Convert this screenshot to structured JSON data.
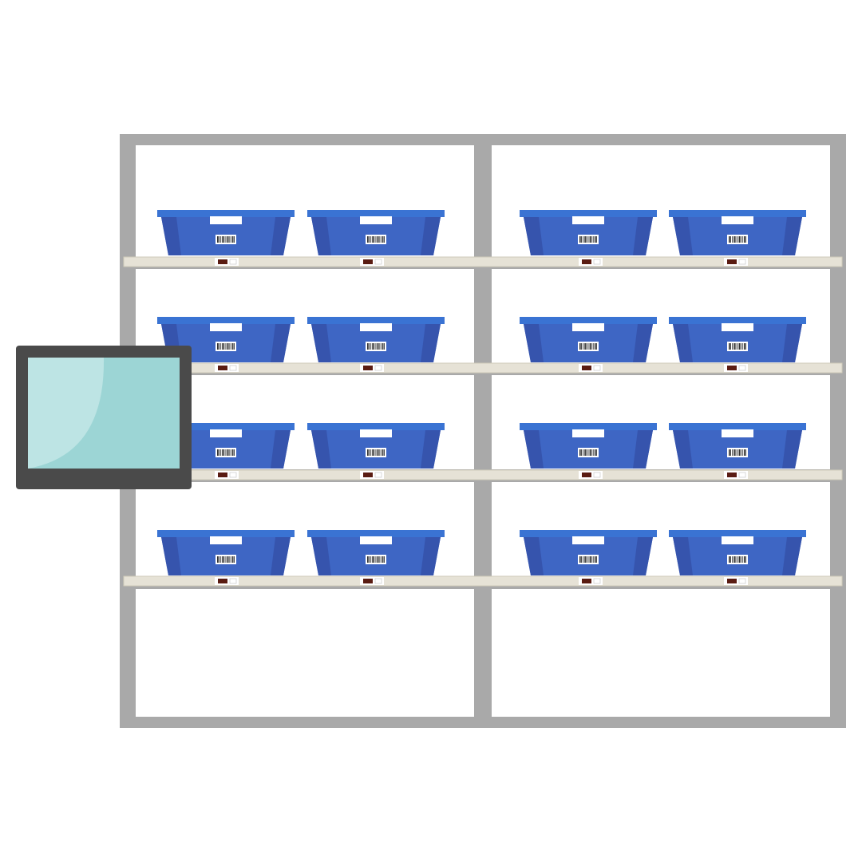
{
  "scene": {
    "description_icon": "warehouse-shelving-with-bins-and-display",
    "shelving_unit": {
      "levels": 4,
      "sections_per_level": 2,
      "bins_per_section": 2,
      "empty_bottom_level": true
    },
    "colors": {
      "frame": "#a9a9a9",
      "shelf_bar": "#e6e2d6",
      "shelf_bar_edge": "#cfcab9",
      "bin_body": "#3e66c4",
      "bin_rim": "#3a73d3",
      "bin_dark_side": "#3654ad",
      "label_white": "#ffffff",
      "indicator_light": "#5a1c12",
      "monitor_bezel": "#4a4a4a",
      "monitor_screen": "#9cd5d5",
      "monitor_screen_highlight": "#bde4e4"
    },
    "icons": {
      "monitor": "monitor-icon",
      "bin": "storage-bin-icon",
      "barcode": "barcode-icon",
      "pick-light": "pick-to-light-indicator-icon"
    }
  }
}
